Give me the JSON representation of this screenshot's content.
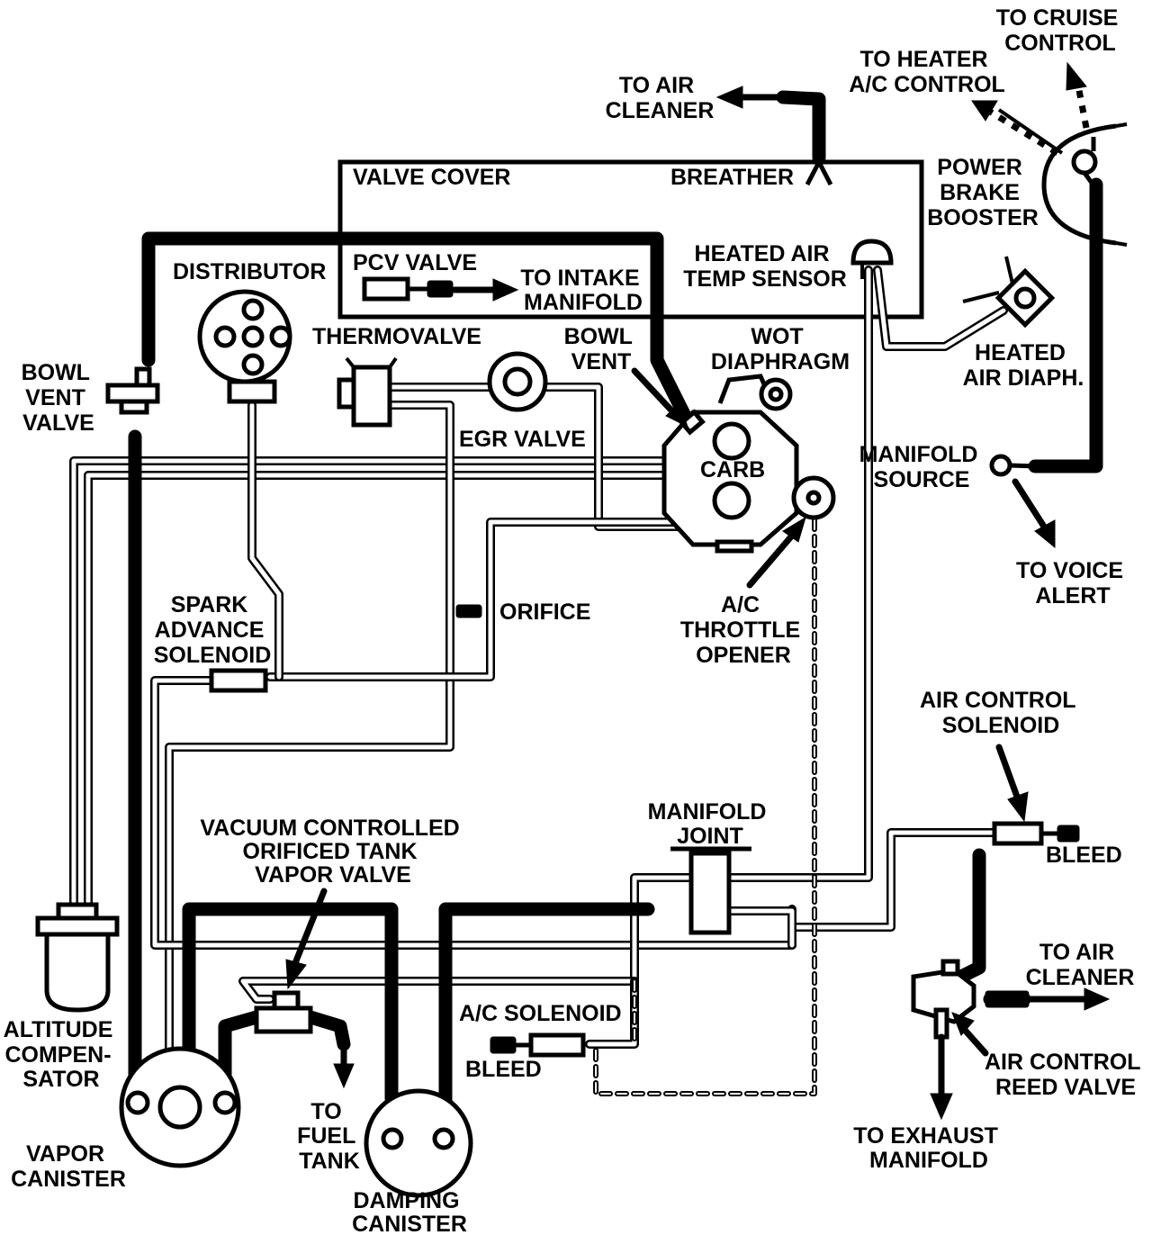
{
  "labels": {
    "to_cruise_control": [
      "TO CRUISE",
      "CONTROL"
    ],
    "to_heater_ac_control": [
      "TO HEATER",
      "A/C CONTROL"
    ],
    "to_air_cleaner_top": [
      "TO AIR",
      "CLEANER"
    ],
    "valve_cover": "VALVE COVER",
    "breather": "BREATHER",
    "power_brake_booster": [
      "POWER",
      "BRAKE",
      "BOOSTER"
    ],
    "distributor": "DISTRIBUTOR",
    "pcv_valve": "PCV VALVE",
    "to_intake_manifold": [
      "TO INTAKE",
      "MANIFOLD"
    ],
    "heated_air_temp_sensor": [
      "HEATED AIR",
      "TEMP SENSOR"
    ],
    "thermovalve": "THERMOVALVE",
    "bowl_vent": [
      "BOWL",
      "VENT"
    ],
    "wot_diaphragm": [
      "WOT",
      "DIAPHRAGM"
    ],
    "heated_air_diaph": [
      "HEATED",
      "AIR DIAPH."
    ],
    "bowl_vent_valve": [
      "BOWL",
      "VENT",
      "VALVE"
    ],
    "egr_valve": "EGR VALVE",
    "carb": "CARB",
    "manifold_source": [
      "MANIFOLD",
      "SOURCE"
    ],
    "to_voice_alert": [
      "TO VOICE",
      "ALERT"
    ],
    "spark_advance_solenoid": [
      "SPARK",
      "ADVANCE",
      "SOLENOID"
    ],
    "orifice": "ORIFICE",
    "ac_throttle_opener": [
      "A/C",
      "THROTTLE",
      "OPENER"
    ],
    "air_control_solenoid": [
      "AIR CONTROL",
      "SOLENOID"
    ],
    "vacuum_controlled_valve": [
      "VACUUM CONTROLLED",
      "ORIFICED TANK",
      "VAPOR VALVE"
    ],
    "manifold_joint": [
      "MANIFOLD",
      "JOINT"
    ],
    "bleed_right": "BLEED",
    "to_air_cleaner_right": [
      "TO AIR",
      "CLEANER"
    ],
    "altitude_compensator": [
      "ALTITUDE",
      "COMPEN-",
      "SATOR"
    ],
    "ac_solenoid": "A/C SOLENOID",
    "bleed_bottom": "BLEED",
    "air_control_reed_valve": [
      "AIR CONTROL",
      "REED VALVE"
    ],
    "to_fuel_tank": [
      "TO",
      "FUEL",
      "TANK"
    ],
    "vapor_canister": [
      "VAPOR",
      "CANISTER"
    ],
    "damping_canister": [
      "DAMPING",
      "CANISTER"
    ],
    "to_exhaust_manifold": [
      "TO EXHAUST",
      "MANIFOLD"
    ]
  }
}
